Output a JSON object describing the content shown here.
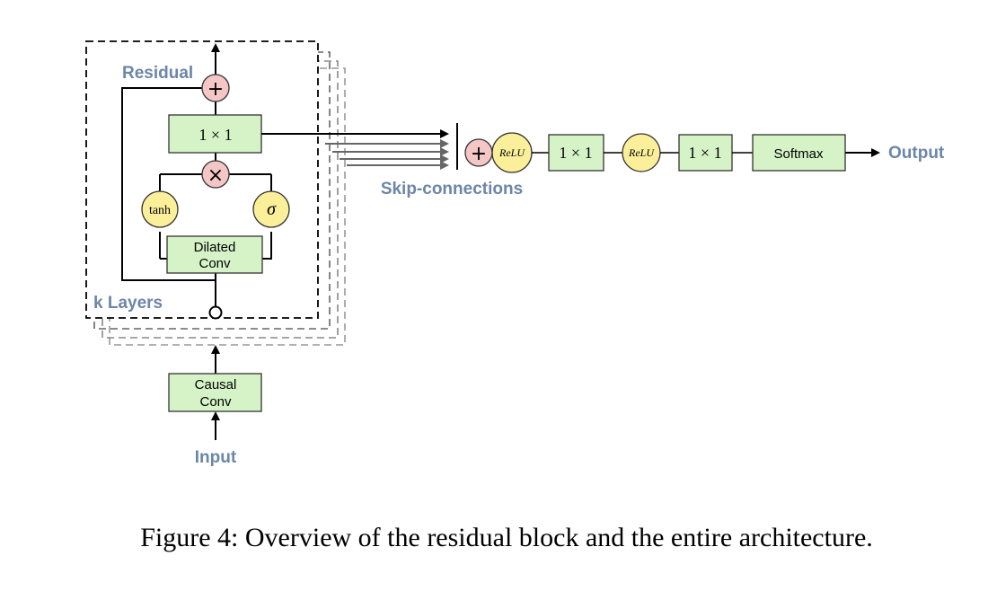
{
  "labels": {
    "residual": "Residual",
    "k_layers": "k Layers",
    "skip_connections": "Skip-connections",
    "input": "Input",
    "output": "Output"
  },
  "blocks": {
    "conv_1x1": "1 × 1",
    "dilated_conv_line1": "Dilated",
    "dilated_conv_line2": "Conv",
    "causal_conv_line1": "Causal",
    "causal_conv_line2": "Conv",
    "head_conv1": "1 × 1",
    "head_conv2": "1 × 1",
    "softmax": "Softmax"
  },
  "operators": {
    "add": "+",
    "multiply": "×",
    "add_skip": "+"
  },
  "activations": {
    "tanh": "tanh",
    "sigma": "σ",
    "relu1": "ReLU",
    "relu2": "ReLU"
  },
  "caption": "Figure 4: Overview of the residual block and the entire architecture.",
  "colors": {
    "label_blue": "#6b86a8",
    "block_green": "#d5f3c7",
    "op_pink": "#f4c6c6",
    "activation_yellow": "#fbef9a"
  }
}
